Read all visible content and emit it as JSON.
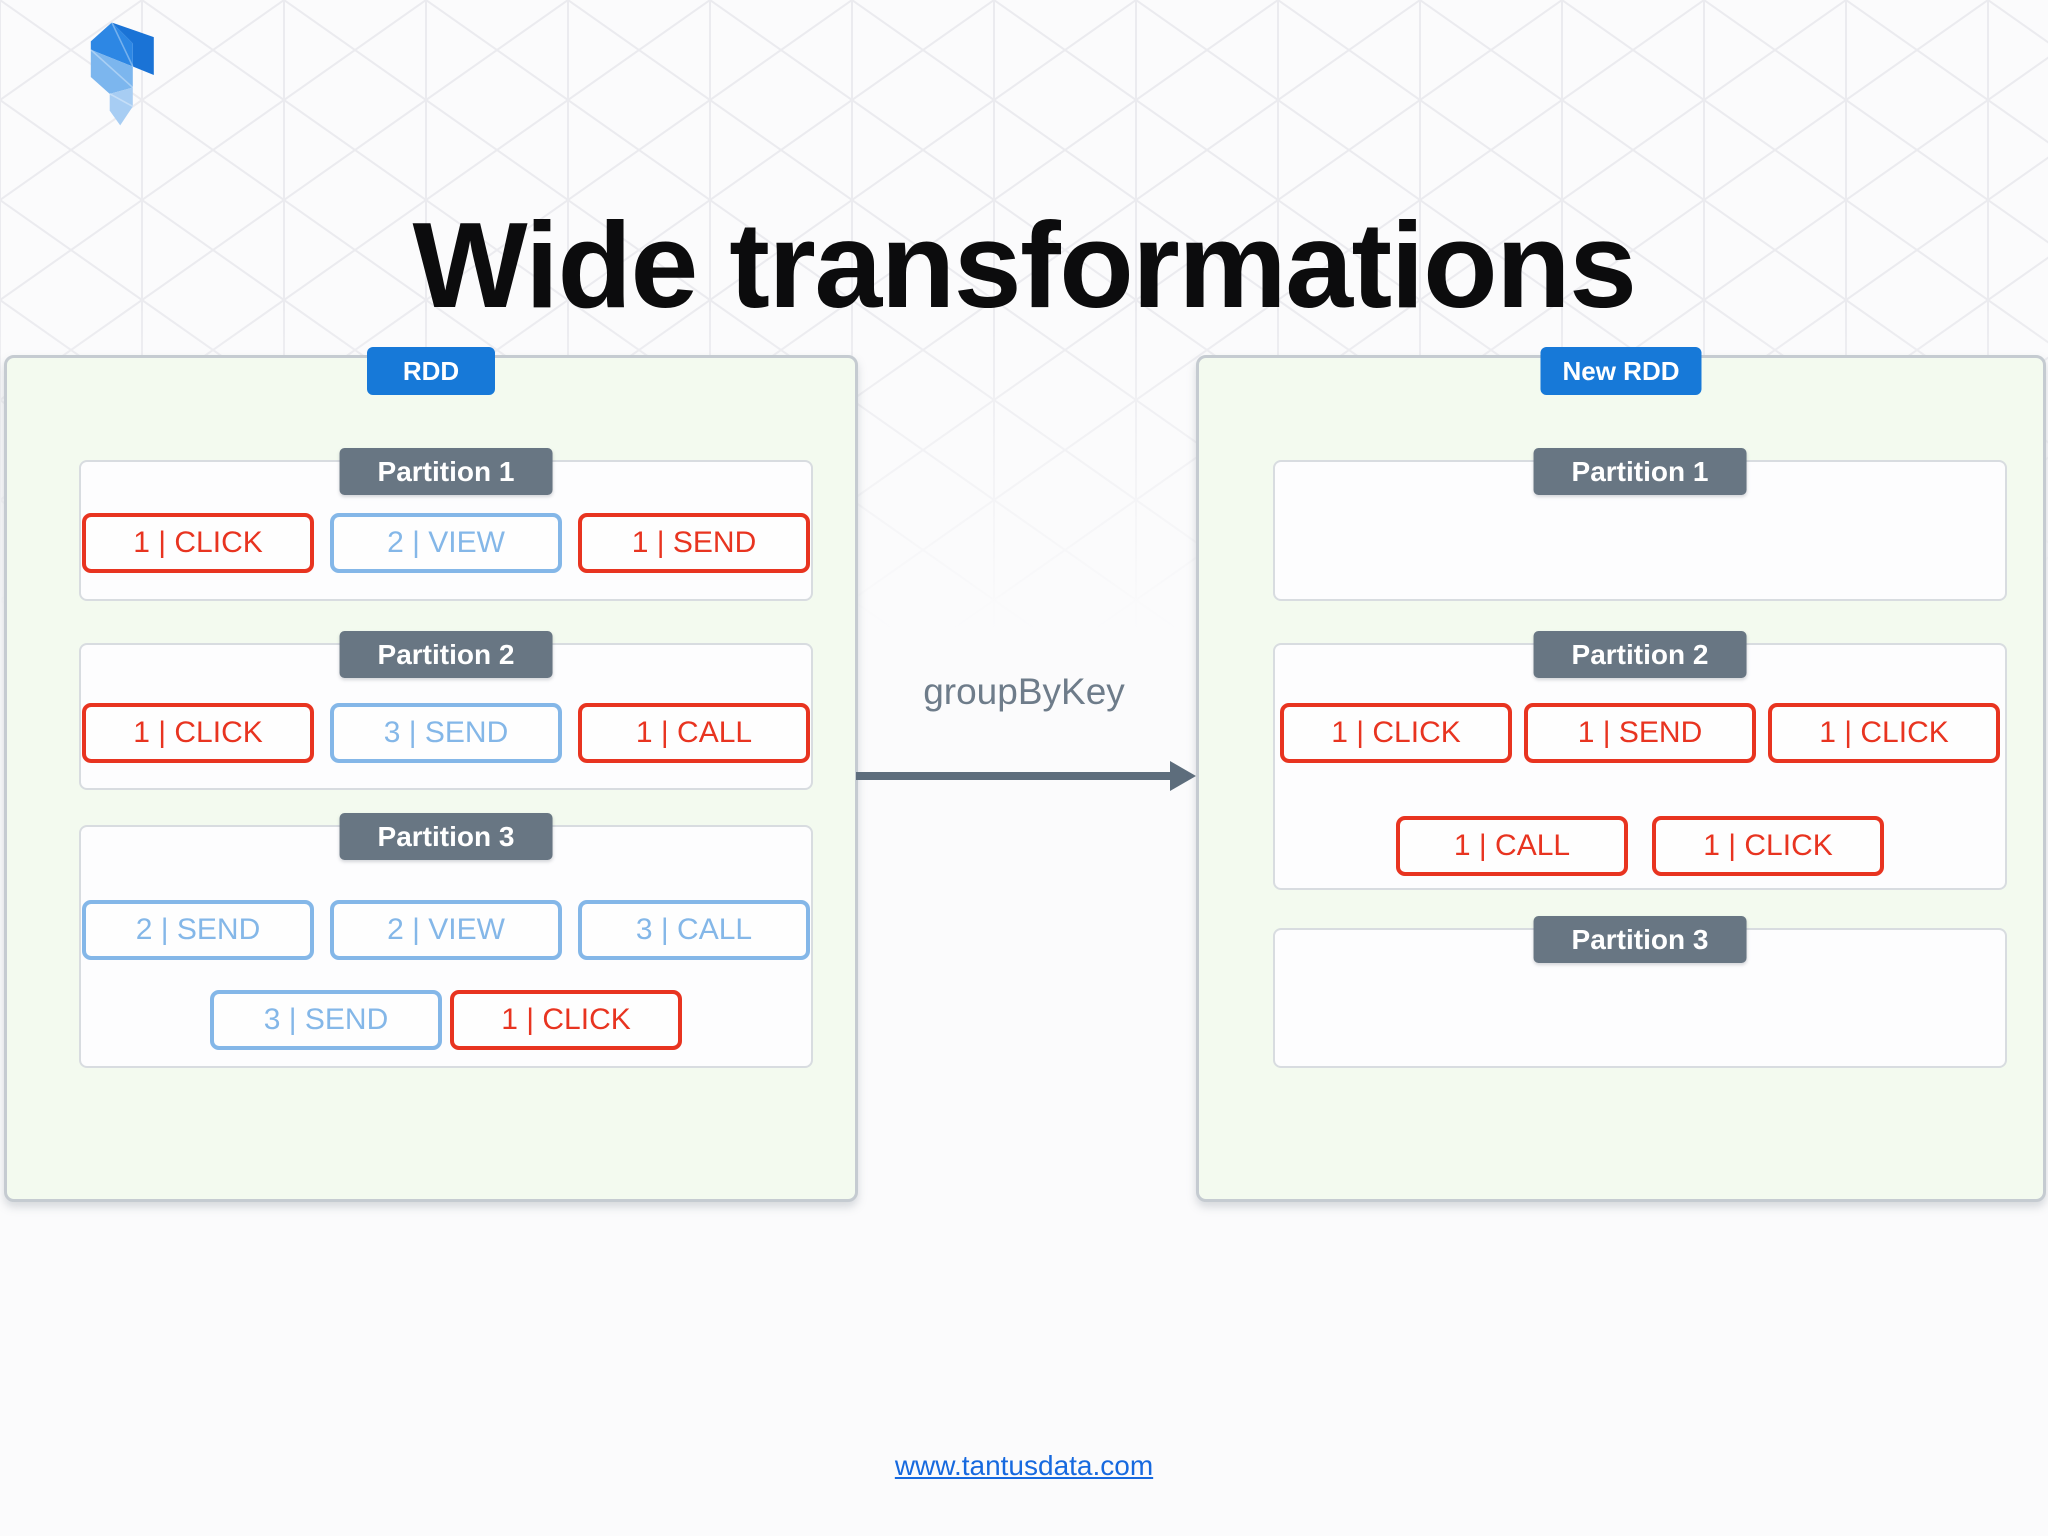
{
  "title": "Wide transformations",
  "brand": {
    "logo_icon": "tantusdata-logo",
    "footer_link": "www.tantusdata.com"
  },
  "transformation": {
    "label": "groupByKey",
    "arrow_direction": "right"
  },
  "colors": {
    "accent_blue": "#1779d8",
    "header_slate": "#687683",
    "record_red": "#e83420",
    "record_blue": "#84b7e8",
    "panel_green": "#f3faef",
    "arrow_gray": "#5d6d7c",
    "link_blue": "#1669df"
  },
  "source_rdd": {
    "badge": "RDD",
    "partitions": [
      {
        "title": "Partition 1",
        "rows": [
          [
            {
              "text": "1 | CLICK",
              "style": "red"
            },
            {
              "text": "2 | VIEW",
              "style": "blue"
            },
            {
              "text": "1 | SEND",
              "style": "red"
            }
          ]
        ]
      },
      {
        "title": "Partition 2",
        "rows": [
          [
            {
              "text": "1 | CLICK",
              "style": "red"
            },
            {
              "text": "3 | SEND",
              "style": "blue"
            },
            {
              "text": "1 | CALL",
              "style": "red"
            }
          ]
        ]
      },
      {
        "title": "Partition 3",
        "rows": [
          [
            {
              "text": "2 | SEND",
              "style": "blue"
            },
            {
              "text": "2 | VIEW",
              "style": "blue"
            },
            {
              "text": "3 | CALL",
              "style": "blue"
            }
          ],
          [
            {
              "text": "3 | SEND",
              "style": "blue"
            },
            {
              "text": "1 | CLICK",
              "style": "red"
            }
          ]
        ]
      }
    ]
  },
  "result_rdd": {
    "badge": "New RDD",
    "partitions": [
      {
        "title": "Partition 1",
        "rows": []
      },
      {
        "title": "Partition 2",
        "rows": [
          [
            {
              "text": "1 | CLICK",
              "style": "red"
            },
            {
              "text": "1 | SEND",
              "style": "red"
            },
            {
              "text": "1 | CLICK",
              "style": "red"
            }
          ],
          [
            {
              "text": "1 | CALL",
              "style": "red"
            },
            {
              "text": "1 | CLICK",
              "style": "red"
            }
          ]
        ]
      },
      {
        "title": "Partition 3",
        "rows": []
      }
    ]
  }
}
